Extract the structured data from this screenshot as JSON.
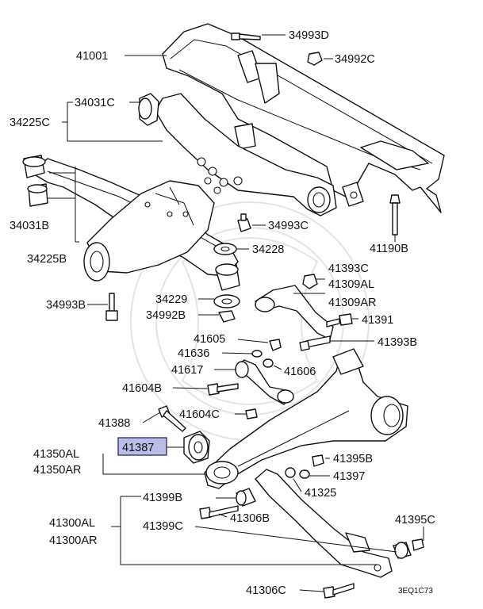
{
  "colors": {
    "highlight": "#b9bde8",
    "ink": "#111111",
    "background": "#ffffff"
  },
  "labels": {
    "p34993D": "34993D",
    "p41001": "41001",
    "p34992C": "34992C",
    "p34031C": "34031C",
    "p34225C": "34225C",
    "p34031B": "34031B",
    "p34993C": "34993C",
    "p41190B": "41190B",
    "p34225B": "34225B",
    "p34228": "34228",
    "p41393C": "41393C",
    "p41309AL": "41309AL",
    "p41309AR": "41309AR",
    "p34993B": "34993B",
    "p34229": "34229",
    "p34992B": "34992B",
    "p41391": "41391",
    "p41605": "41605",
    "p41393B": "41393B",
    "p41636": "41636",
    "p41617": "41617",
    "p41606": "41606",
    "p41604B": "41604B",
    "p41388": "41388",
    "p41604C": "41604C",
    "p41387": "41387",
    "p41350AL": "41350AL",
    "p41350AR": "41350AR",
    "p41395B": "41395B",
    "p41397": "41397",
    "p41325": "41325",
    "p41399B": "41399B",
    "p41300AL": "41300AL",
    "p41306B": "41306B",
    "p41395C": "41395C",
    "p41300AR": "41300AR",
    "p41399C": "41399C",
    "p41306C": "41306C"
  },
  "diagram_code": "3EQ1C73"
}
